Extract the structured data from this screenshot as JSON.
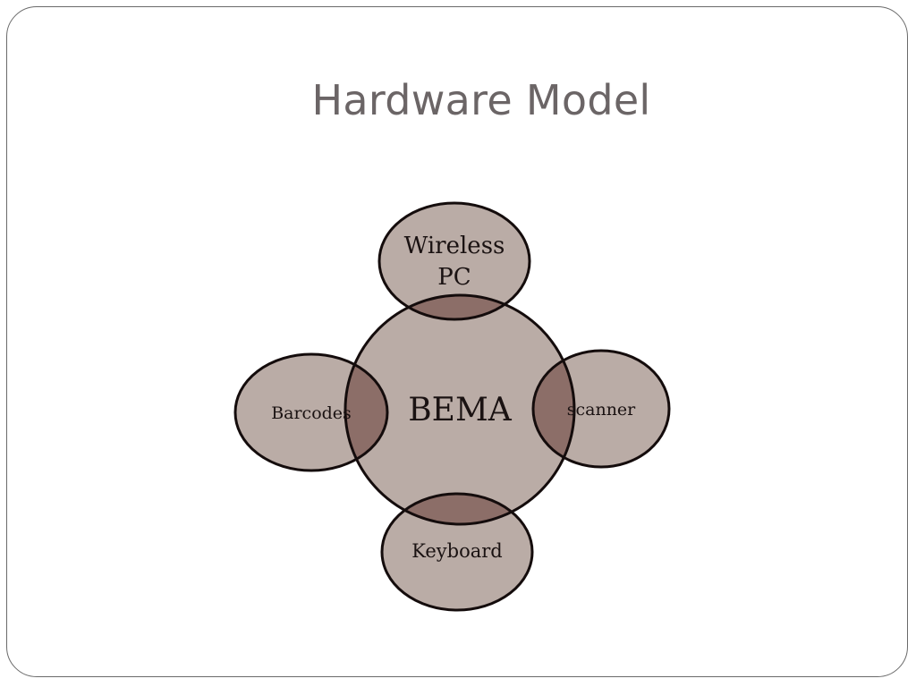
{
  "slide": {
    "title": "Hardware Model"
  },
  "diagram": {
    "fill_color": "#baaca6",
    "overlap_color": "#8c6e68",
    "stroke_color": "#140c0c",
    "center": {
      "label": "BEMA"
    },
    "satellites": [
      {
        "id": "top",
        "lines": [
          "Wireless",
          "PC"
        ]
      },
      {
        "id": "left",
        "lines": [
          "Barcodes"
        ]
      },
      {
        "id": "right",
        "lines": [
          "scanner"
        ]
      },
      {
        "id": "bottom",
        "lines": [
          "Keyboard"
        ]
      }
    ]
  }
}
